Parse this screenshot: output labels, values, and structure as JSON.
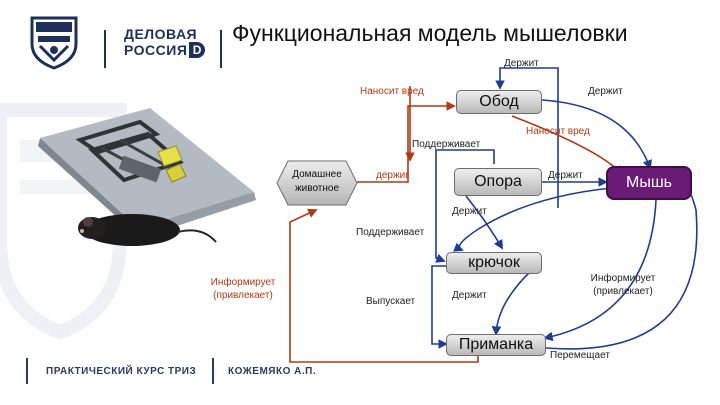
{
  "header": {
    "title": "Функциональная модель мышеловки",
    "brand_line1": "ДЕЛОВАЯ",
    "brand_line2": "РОССИЯ",
    "emblem_text": "ДЕЛОВАЯ РОССИЯ"
  },
  "footer": {
    "course": "ПРАКТИЧЕСКИЙ КУРС ТРИЗ",
    "author": "КОЖЕМЯКО А.П."
  },
  "nodes": {
    "obod": "Обод",
    "opora": "Опора",
    "kryuchok": "крючок",
    "primanka": "Приманка",
    "mysh": "Мышь",
    "pet": "Домашнее животное"
  },
  "edges": {
    "derzhit_top": "Держит",
    "derzhit_right": "Держит",
    "nanosit_vred_left": "Наносит вред",
    "nanosit_vred_right": "Наносит вред",
    "podderzhivaet_1": "Поддерживает",
    "derzhig": "держиг",
    "derzhit_opora_mysh": "Держит",
    "derzhit_below_opora": "Держит",
    "podderzhivaet_2": "Поддерживает",
    "informiruet_left": "Информирует (привлекает)",
    "vypuskaet": "Выпускает",
    "derzhit_kryuchok": "Держит",
    "informiruet_right": "Информирует (привлекает)",
    "peremeshchaet": "Перемещает"
  },
  "colors": {
    "blue_arrow": "#1f3d8f",
    "red_arrow": "#b03a14",
    "mouse_fill": "#6a1b75",
    "brand_navy": "#1e2f5a"
  }
}
